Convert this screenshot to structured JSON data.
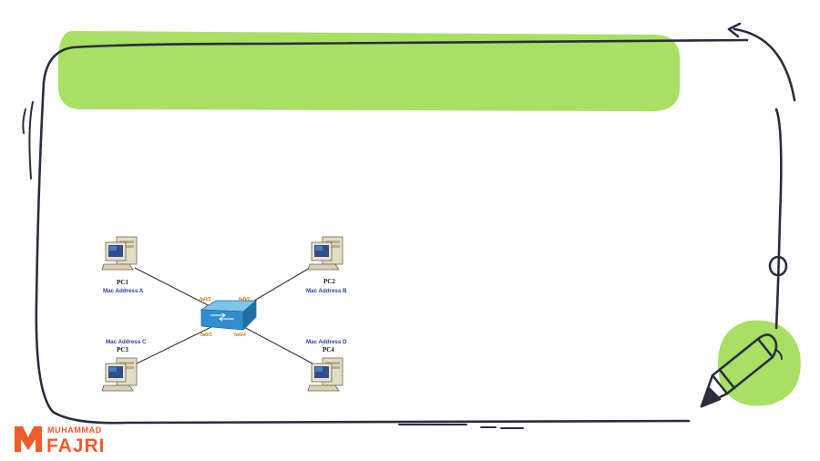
{
  "diagram": {
    "pcs": [
      {
        "id": "pc1",
        "name": "PC1",
        "mac": "Mac Address A",
        "port": "fa0/1"
      },
      {
        "id": "pc2",
        "name": "PC2",
        "mac": "Mac Address B",
        "port": "fa0/2"
      },
      {
        "id": "pc3",
        "name": "PC3",
        "mac": "Mac Address C",
        "port": "fa0/3"
      },
      {
        "id": "pc4",
        "name": "PC4",
        "mac": "Mac Address D",
        "port": "fa0/4"
      }
    ],
    "colors": {
      "highlight": "#a8e063",
      "frame": "#2a2d3e",
      "switch": "#3a9fd8",
      "logo": "#ef5b2b"
    }
  },
  "branding": {
    "top": "MUHAMMAD",
    "main": "FAJRI"
  }
}
